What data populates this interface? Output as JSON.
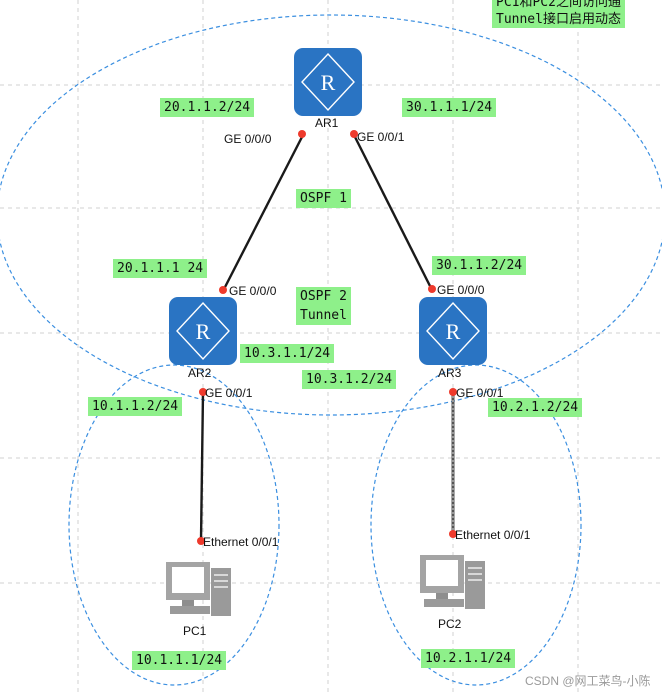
{
  "note": {
    "line1": "PC1和PC2之间访问通",
    "line2": "Tunnel接口启用动态"
  },
  "devices": {
    "ar1": "AR1",
    "ar2": "AR2",
    "ar3": "AR3",
    "pc1": "PC1",
    "pc2": "PC2"
  },
  "ports": {
    "ar1_ge000": "GE 0/0/0",
    "ar1_ge001": "GE 0/0/1",
    "ar2_ge000": "GE 0/0/0",
    "ar2_ge001": "GE 0/0/1",
    "ar3_ge000": "GE 0/0/0",
    "ar3_ge001": "GE 0/0/1",
    "pc1_eth": "Ethernet 0/0/1",
    "pc2_eth": "Ethernet 0/0/1"
  },
  "labels": {
    "ar1_g0": "20.1.1.2/24",
    "ar1_g1": "30.1.1.1/24",
    "ospf1": "OSPF 1",
    "ar2_g0": "20.1.1.1 24",
    "ar3_g0": "30.1.1.2/24",
    "ospf2_line1": "OSPF 2",
    "ospf2_line2": "Tunnel",
    "ar2_tunnel": "10.3.1.1/24",
    "ar3_tunnel": "10.3.1.2/24",
    "ar2_g1": "10.1.1.2/24",
    "ar3_g1": "10.2.1.2/24",
    "pc1_ip": "10.1.1.1/24",
    "pc2_ip": "10.2.1.1/24"
  },
  "watermark": "CSDN @网工菜鸟-小陈",
  "colors": {
    "router": "#2a74c3",
    "label_bg": "#8ef08a",
    "ellipse": "#3b8fe0",
    "port_dot": "#ee3a2c",
    "grid": "#d2d2d2",
    "pc": "#9a9a9a"
  }
}
